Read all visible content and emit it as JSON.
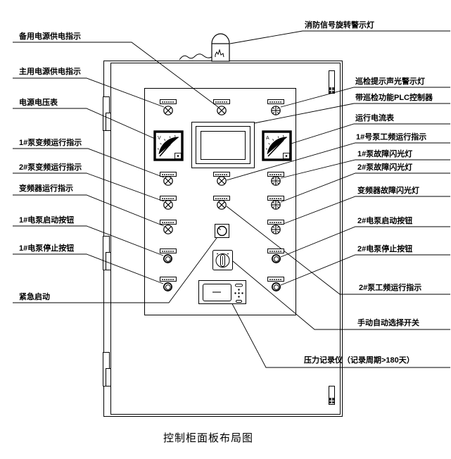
{
  "diagram": {
    "caption": "控制柜面板布局图",
    "callouts": {
      "left": [
        {
          "text": "备用电源供电指示"
        },
        {
          "text": "主用电源供电指示"
        },
        {
          "text": "电源电压表"
        },
        {
          "text": "1#泵变频运行指示"
        },
        {
          "text": "2#泵变频运行指示"
        },
        {
          "text": "变频器运行指示"
        },
        {
          "text": "1#电泵启动按钮"
        },
        {
          "text": "1#电泵停止按钮"
        },
        {
          "text": "紧急启动"
        }
      ],
      "right": [
        {
          "text": "消防信号旋转警示灯"
        },
        {
          "text": "巡检提示声光警示灯"
        },
        {
          "text": "带巡检功能PLC控制器"
        },
        {
          "text": "运行电流表"
        },
        {
          "text": "1#号泵工频运行指示"
        },
        {
          "text": "1#泵故障闪光灯"
        },
        {
          "text": "2#泵故障闪光灯"
        },
        {
          "text": "变频器故障闪光灯"
        },
        {
          "text": "2#电泵启动按钮"
        },
        {
          "text": "2#电泵停止按钮"
        },
        {
          "text": "2#泵工频运行指示"
        },
        {
          "text": "手动自动选择开关"
        },
        {
          "text": "压力记录仪（记录周期>180天）"
        }
      ]
    },
    "meters": {
      "voltmeter": {
        "letter": "V",
        "scale": "150"
      },
      "ammeter": {
        "letter": "A",
        "scale": "250"
      }
    },
    "colors": {
      "ink": "#000000",
      "paper": "#ffffff"
    }
  }
}
